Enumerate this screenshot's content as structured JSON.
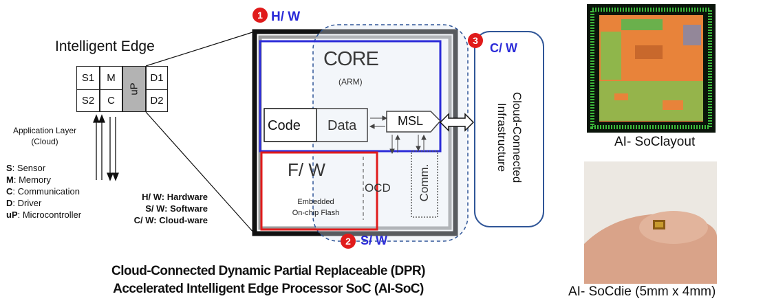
{
  "edge": {
    "title": "Intelligent Edge",
    "cells": {
      "s1": "S1",
      "m": "M",
      "up": "uP",
      "d1": "D1",
      "s2": "S2",
      "c": "C",
      "d2": "D2"
    }
  },
  "app_layer": {
    "line1": "Application Layer",
    "line2": "(Cloud)"
  },
  "legend": [
    {
      "key": "S",
      "text": ": Sensor"
    },
    {
      "key": "M",
      "text": ": Memory"
    },
    {
      "key": "C",
      "text": ": Communication"
    },
    {
      "key": "D",
      "text": ": Driver"
    },
    {
      "key": "uP",
      "text": ": Microcontroller"
    }
  ],
  "ware_legend": [
    "H/ W: Hardware",
    "S/ W: Software",
    "C/ W: Cloud-ware"
  ],
  "badges": {
    "hw": {
      "num": "1",
      "label": "H/ W"
    },
    "sw": {
      "num": "2",
      "label": "S/ W"
    },
    "cw": {
      "num": "3",
      "label": "C/ W"
    }
  },
  "blocks": {
    "core": "CORE",
    "core_sub": "(ARM)",
    "code": "Code",
    "data": "Data",
    "msl": "MSL",
    "fw": "F/ W",
    "flash1": "Embedded",
    "flash2": "On-chip Flash",
    "ocd": "OCD",
    "comm": "Comm.",
    "cloud_infra1": "Cloud-Connected",
    "cloud_infra2": "Infrastructure"
  },
  "caption": {
    "line1": "Cloud-Connected Dynamic Partial Replaceable (DPR)",
    "line2": "Accelerated Intelligent Edge Processor SoC (AI-SoC)"
  },
  "photos": {
    "layout_caption": "AI- SoClayout",
    "die_caption": "AI- SoCdie (5mm x 4mm)"
  },
  "colors": {
    "blue": "#2a2ad8",
    "red": "#e01b1b",
    "dark_blue": "#2f5597",
    "gray": "#b0b0b0"
  }
}
